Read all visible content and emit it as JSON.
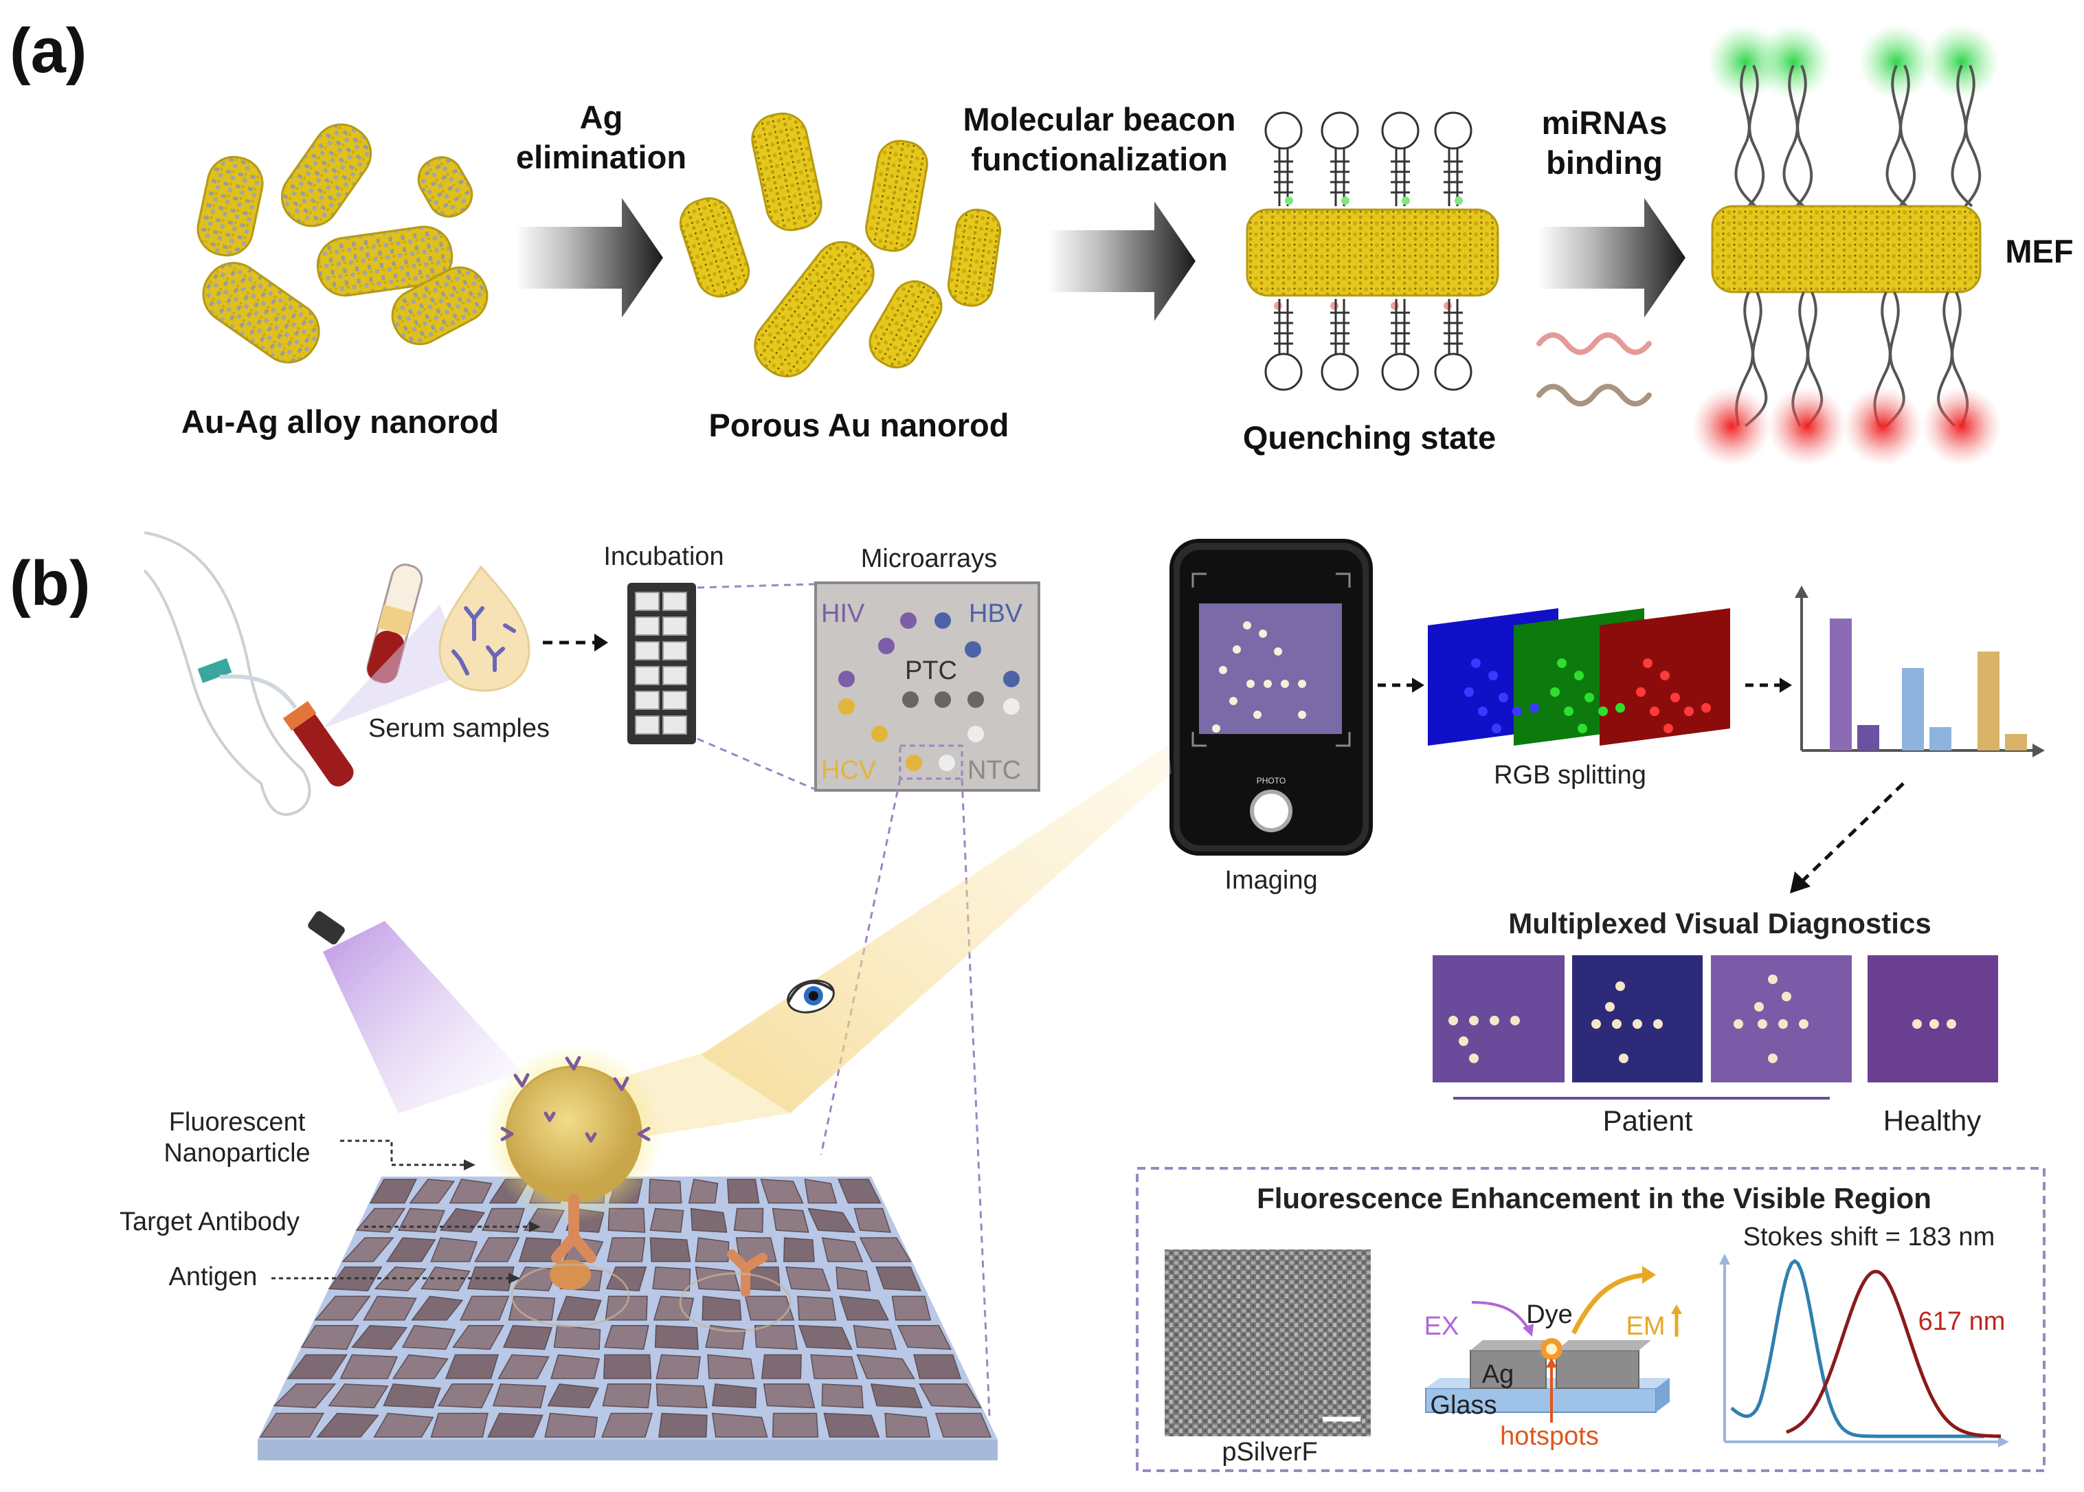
{
  "panel_a": {
    "letter": "(a)",
    "steps": [
      {
        "label": "Au-Ag alloy nanorod"
      },
      {
        "label": "Porous Au nanorod"
      },
      {
        "label": "Quenching state"
      },
      {
        "label": "MEF"
      }
    ],
    "arrows": [
      {
        "label_line1": "Ag",
        "label_line2": "elimination"
      },
      {
        "label_line1": "Molecular beacon",
        "label_line2": "functionalization"
      },
      {
        "label_line1": "miRNAs",
        "label_line2": "binding"
      }
    ]
  },
  "panel_b": {
    "letter": "(b)",
    "serum_label": "Serum samples",
    "incubation_label": "Incubation",
    "microarrays": {
      "title": "Microarrays",
      "hiv": "HIV",
      "hbv": "HBV",
      "ptc": "PTC",
      "hcv": "HCV",
      "ntc": "NTC"
    },
    "phone": {
      "photo_label": "PHOTO",
      "caption": "Imaging"
    },
    "rgb_label": "RGB splitting",
    "diagnostics": {
      "title": "Multiplexed Visual Diagnostics",
      "patient_label": "Patient",
      "healthy_label": "Healthy"
    },
    "callouts": {
      "nanoparticle_line1": "Fluorescent",
      "nanoparticle_line2": "Nanoparticle",
      "antibody": "Target Antibody",
      "antigen": "Antigen"
    },
    "enhancement": {
      "title": "Fluorescence Enhancement in the Visible Region",
      "sem_label": "pSilverF",
      "ex": "EX",
      "dye": "Dye",
      "em": "EM",
      "ag": "Ag",
      "glass": "Glass",
      "hotspots": "hotspots",
      "stokes": "Stokes shift = 183 nm",
      "peak": "617 nm"
    }
  },
  "colors": {
    "gold": "#e3c318",
    "gold_dark": "#b59a10",
    "alloy_grey": "#9a9a9a",
    "hiv_purple": "#7b5ea7",
    "hbv_blue": "#4d63a8",
    "hcv_yellow": "#e2b53a",
    "ntc_grey": "#9a9a9a",
    "emission_blue": "#2f7fb0",
    "emission_red": "#8b1a1a",
    "dashed_purple": "#9a86c4"
  }
}
